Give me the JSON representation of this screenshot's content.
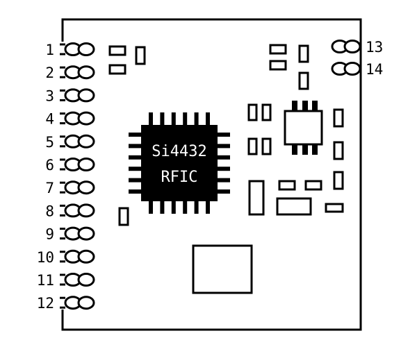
{
  "chip": {
    "line1": "Si4432",
    "line2": "RFIC"
  },
  "pins_left": [
    "1",
    "2",
    "3",
    "4",
    "5",
    "6",
    "7",
    "8",
    "9",
    "10",
    "11",
    "12"
  ],
  "pins_right": [
    "13",
    "14"
  ],
  "colors": {
    "ink": "#000000",
    "paper": "#ffffff"
  }
}
